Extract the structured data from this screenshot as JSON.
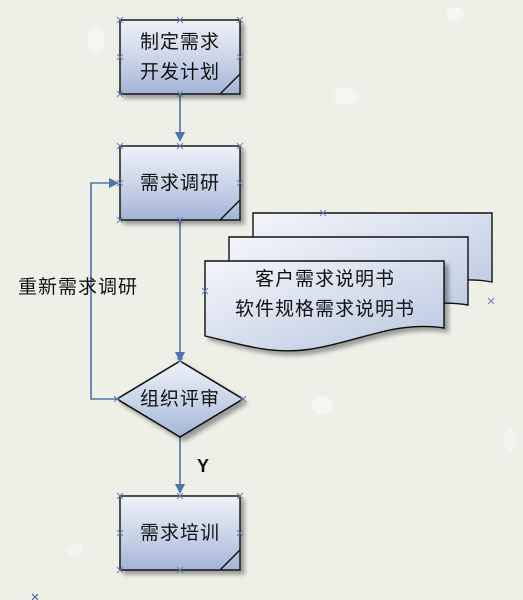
{
  "diagram": {
    "nodes": {
      "plan": {
        "lines": [
          "制定需求",
          "开发计划"
        ]
      },
      "research": {
        "lines": [
          "需求调研"
        ]
      },
      "docs": {
        "lines": [
          "客户需求说明书",
          "软件规格需求说明书"
        ]
      },
      "review": {
        "lines": [
          "组织评审"
        ]
      },
      "training": {
        "lines": [
          "需求培训"
        ]
      }
    },
    "edges": {
      "feedback_label": "重新需求调研",
      "yes_label": "Y"
    },
    "colors": {
      "box_fill_top": "#eef2f8",
      "box_fill_bottom": "#a9b9d8",
      "border": "#111111",
      "arrow": "#4f74ad",
      "background": "#eef0e8"
    }
  }
}
